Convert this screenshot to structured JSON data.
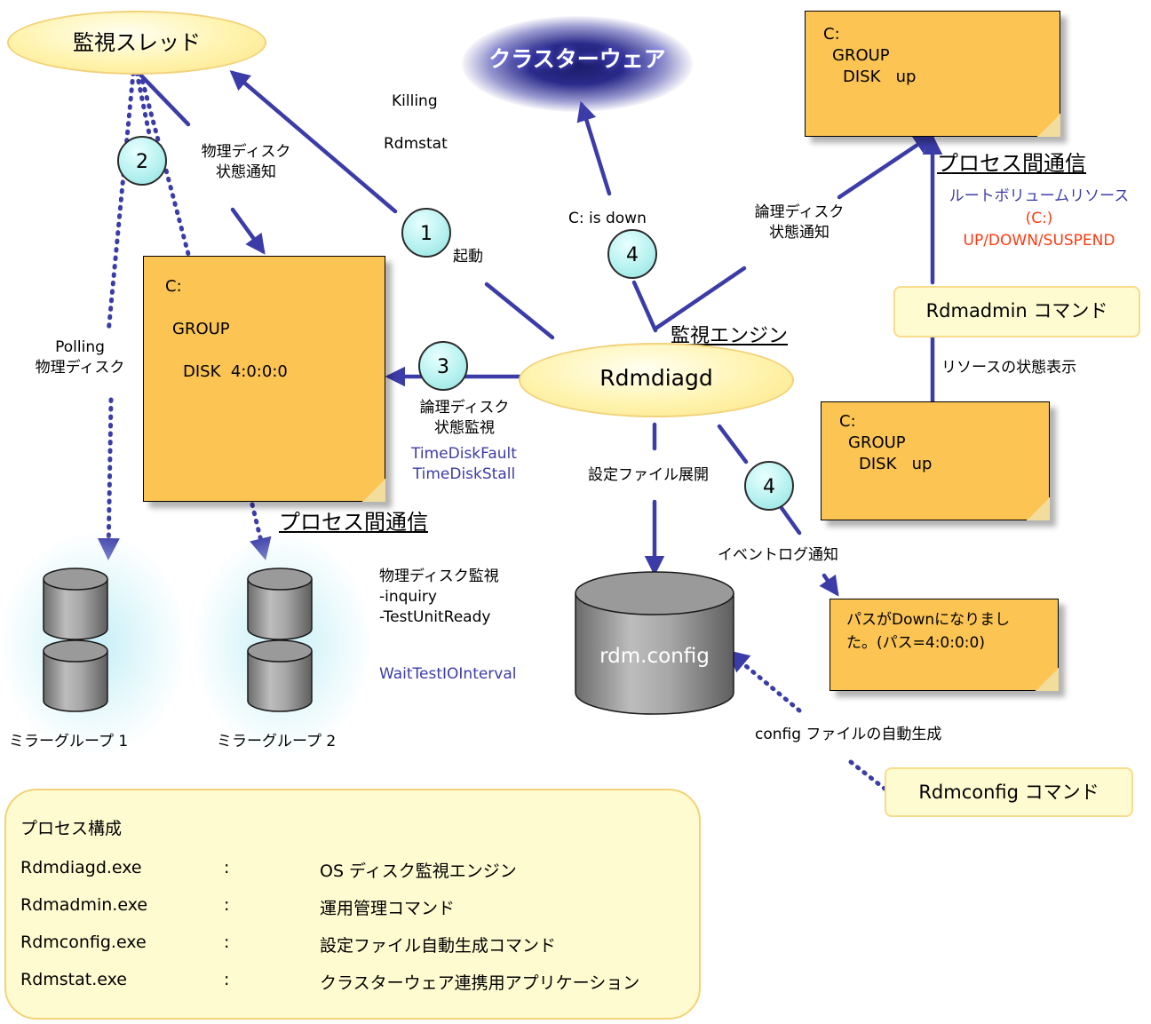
{
  "monitor_thread": {
    "label": "監視スレッド"
  },
  "clusterware": {
    "label": "クラスターウェア"
  },
  "killing_label": "Killing",
  "rdmstat_label": "Rdmstat",
  "phys_notify": [
    "物理ディスク",
    "状態通知"
  ],
  "start_label": "起動",
  "c_is_down": "C: is down",
  "logical_notify_top": [
    "論理ディスク",
    "状態通知"
  ],
  "ipc_right": {
    "label": "プロセス間通信"
  },
  "root_volume": {
    "line1": "ルートボリュームリソース",
    "line2": "(C:)",
    "line3": "UP/DOWN/SUSPEND"
  },
  "rdmadmin_command": "Rdmadmin コマンド",
  "resource_status_display": "リソースの状態表示",
  "engine_label": "監視エンジン",
  "engine_name": "Rdmdiagd",
  "logical_monitor": [
    "論理ディスク",
    "状態監視"
  ],
  "time_params": [
    "TimeDiskFault",
    "TimeDiskStall"
  ],
  "config_expand": "設定ファイル展開",
  "event_log_notify": "イベントログ通知",
  "polling": [
    "Polling",
    "物理ディスク"
  ],
  "ipc_left": {
    "label": "プロセス間通信"
  },
  "phys_monitor": [
    "物理ディスク監視",
    "-inquiry",
    "-TestUnitReady"
  ],
  "wait_param": "WaitTestIOInterval",
  "rdm_config": "rdm.config",
  "auto_gen": "config ファイルの自動生成",
  "rdmconfig_command": "Rdmconfig コマンド",
  "mirror_groups": [
    "ミラーグループ 1",
    "ミラーグループ 2"
  ],
  "note_top_right": [
    "C:",
    "GROUP",
    "DISK   up"
  ],
  "note_left": [
    "C:",
    "GROUP",
    "DISK  4:0:0:0"
  ],
  "note_mid_right": [
    "C:",
    "GROUP",
    "DISK   up"
  ],
  "event_note": [
    "パスがDownになりまし",
    "た。(パス=4:0:0:0)"
  ],
  "circle_numbers": [
    "1",
    "2",
    "3",
    "4",
    "4"
  ],
  "process_table": {
    "title": "プロセス構成",
    "rows": [
      {
        "name": "Rdmdiagd.exe",
        "sep": ":",
        "desc": "OS ディスク監視エンジン"
      },
      {
        "name": "Rdmadmin.exe",
        "sep": ":",
        "desc": "運用管理コマンド"
      },
      {
        "name": "Rdmconfig.exe",
        "sep": ":",
        "desc": "設定ファイル自動生成コマンド"
      },
      {
        "name": "Rdmstat.exe",
        "sep": ":",
        "desc": "クラスターウェア連携用アプリケーション"
      }
    ]
  },
  "colors": {
    "arrow": "#3c3ca8",
    "note": "#fbc453",
    "accent_red": "#ff3a10",
    "circle": "#b7f2f0"
  }
}
